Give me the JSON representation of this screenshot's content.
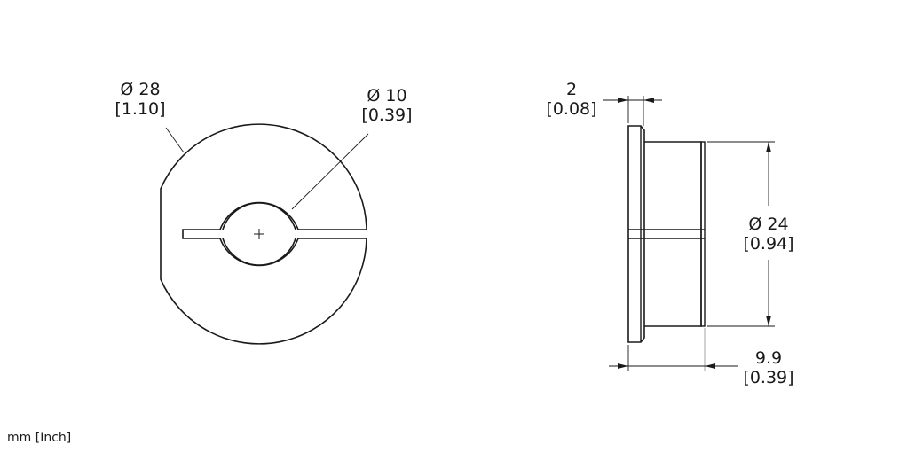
{
  "drawing": {
    "units_label": "mm [Inch]",
    "stroke_color": "#1a1a1a",
    "front_view": {
      "outer_diameter": {
        "metric": "Ø 28",
        "imperial": "[1.10]"
      },
      "inner_diameter": {
        "metric": "Ø 10",
        "imperial": "[0.39]"
      }
    },
    "side_view": {
      "flange_thickness": {
        "metric": "2",
        "imperial": "[0.08]"
      },
      "body_diameter": {
        "metric": "Ø 24",
        "imperial": "[0.94]"
      },
      "overall_length": {
        "metric": "9.9",
        "imperial": "[0.39]"
      }
    }
  }
}
